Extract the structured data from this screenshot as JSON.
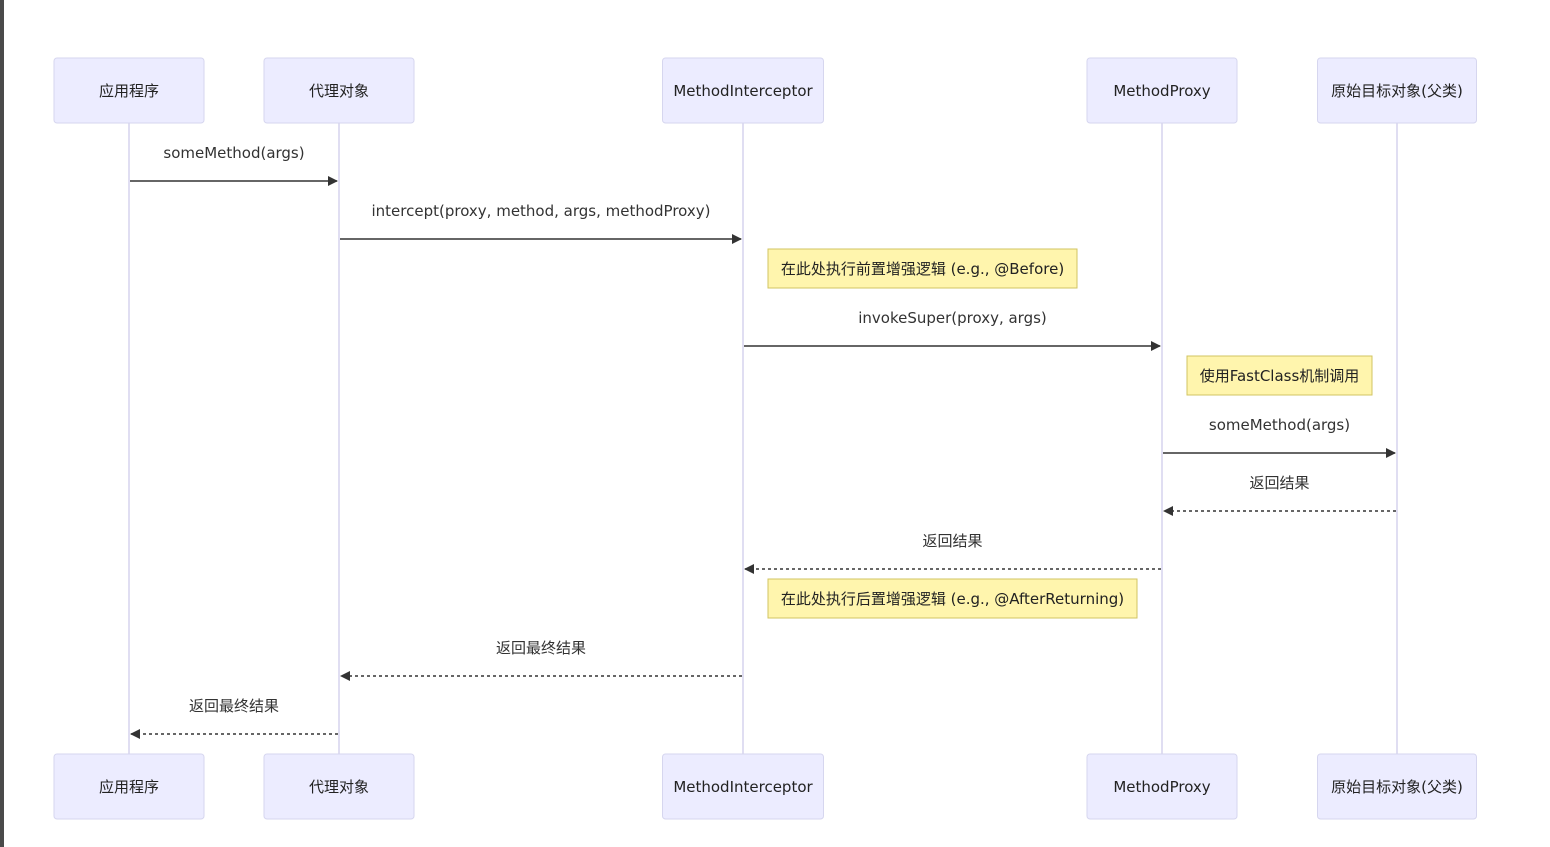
{
  "participants": [
    {
      "id": "app",
      "label": "应用程序"
    },
    {
      "id": "proxy",
      "label": "代理对象"
    },
    {
      "id": "interceptor",
      "label": "MethodInterceptor"
    },
    {
      "id": "methodproxy",
      "label": "MethodProxy"
    },
    {
      "id": "target",
      "label": "原始目标对象(父类)"
    }
  ],
  "steps": [
    {
      "kind": "message",
      "from": "app",
      "to": "proxy",
      "label": "someMethod(args)",
      "style": "solid"
    },
    {
      "kind": "message",
      "from": "proxy",
      "to": "interceptor",
      "label": "intercept(proxy, method, args, methodProxy)",
      "style": "solid"
    },
    {
      "kind": "note",
      "over": "interceptor",
      "label": "在此处执行前置增强逻辑 (e.g., @Before)"
    },
    {
      "kind": "message",
      "from": "interceptor",
      "to": "methodproxy",
      "label": "invokeSuper(proxy, args)",
      "style": "solid"
    },
    {
      "kind": "note",
      "over": "methodproxy",
      "label": "使用FastClass机制调用"
    },
    {
      "kind": "message",
      "from": "methodproxy",
      "to": "target",
      "label": "someMethod(args)",
      "style": "solid"
    },
    {
      "kind": "message",
      "from": "target",
      "to": "methodproxy",
      "label": "返回结果",
      "style": "dashed"
    },
    {
      "kind": "message",
      "from": "methodproxy",
      "to": "interceptor",
      "label": "返回结果",
      "style": "dashed"
    },
    {
      "kind": "note",
      "over": "interceptor",
      "label": "在此处执行后置增强逻辑 (e.g., @AfterReturning)"
    },
    {
      "kind": "message",
      "from": "interceptor",
      "to": "proxy",
      "label": "返回最终结果",
      "style": "dashed"
    },
    {
      "kind": "message",
      "from": "proxy",
      "to": "app",
      "label": "返回最终结果",
      "style": "dashed"
    }
  ],
  "colors": {
    "actor_fill": "#ececff",
    "actor_border": "#d6d6ef",
    "note_fill": "#fff5ad",
    "note_border": "#d1c462",
    "line": "#333333"
  }
}
